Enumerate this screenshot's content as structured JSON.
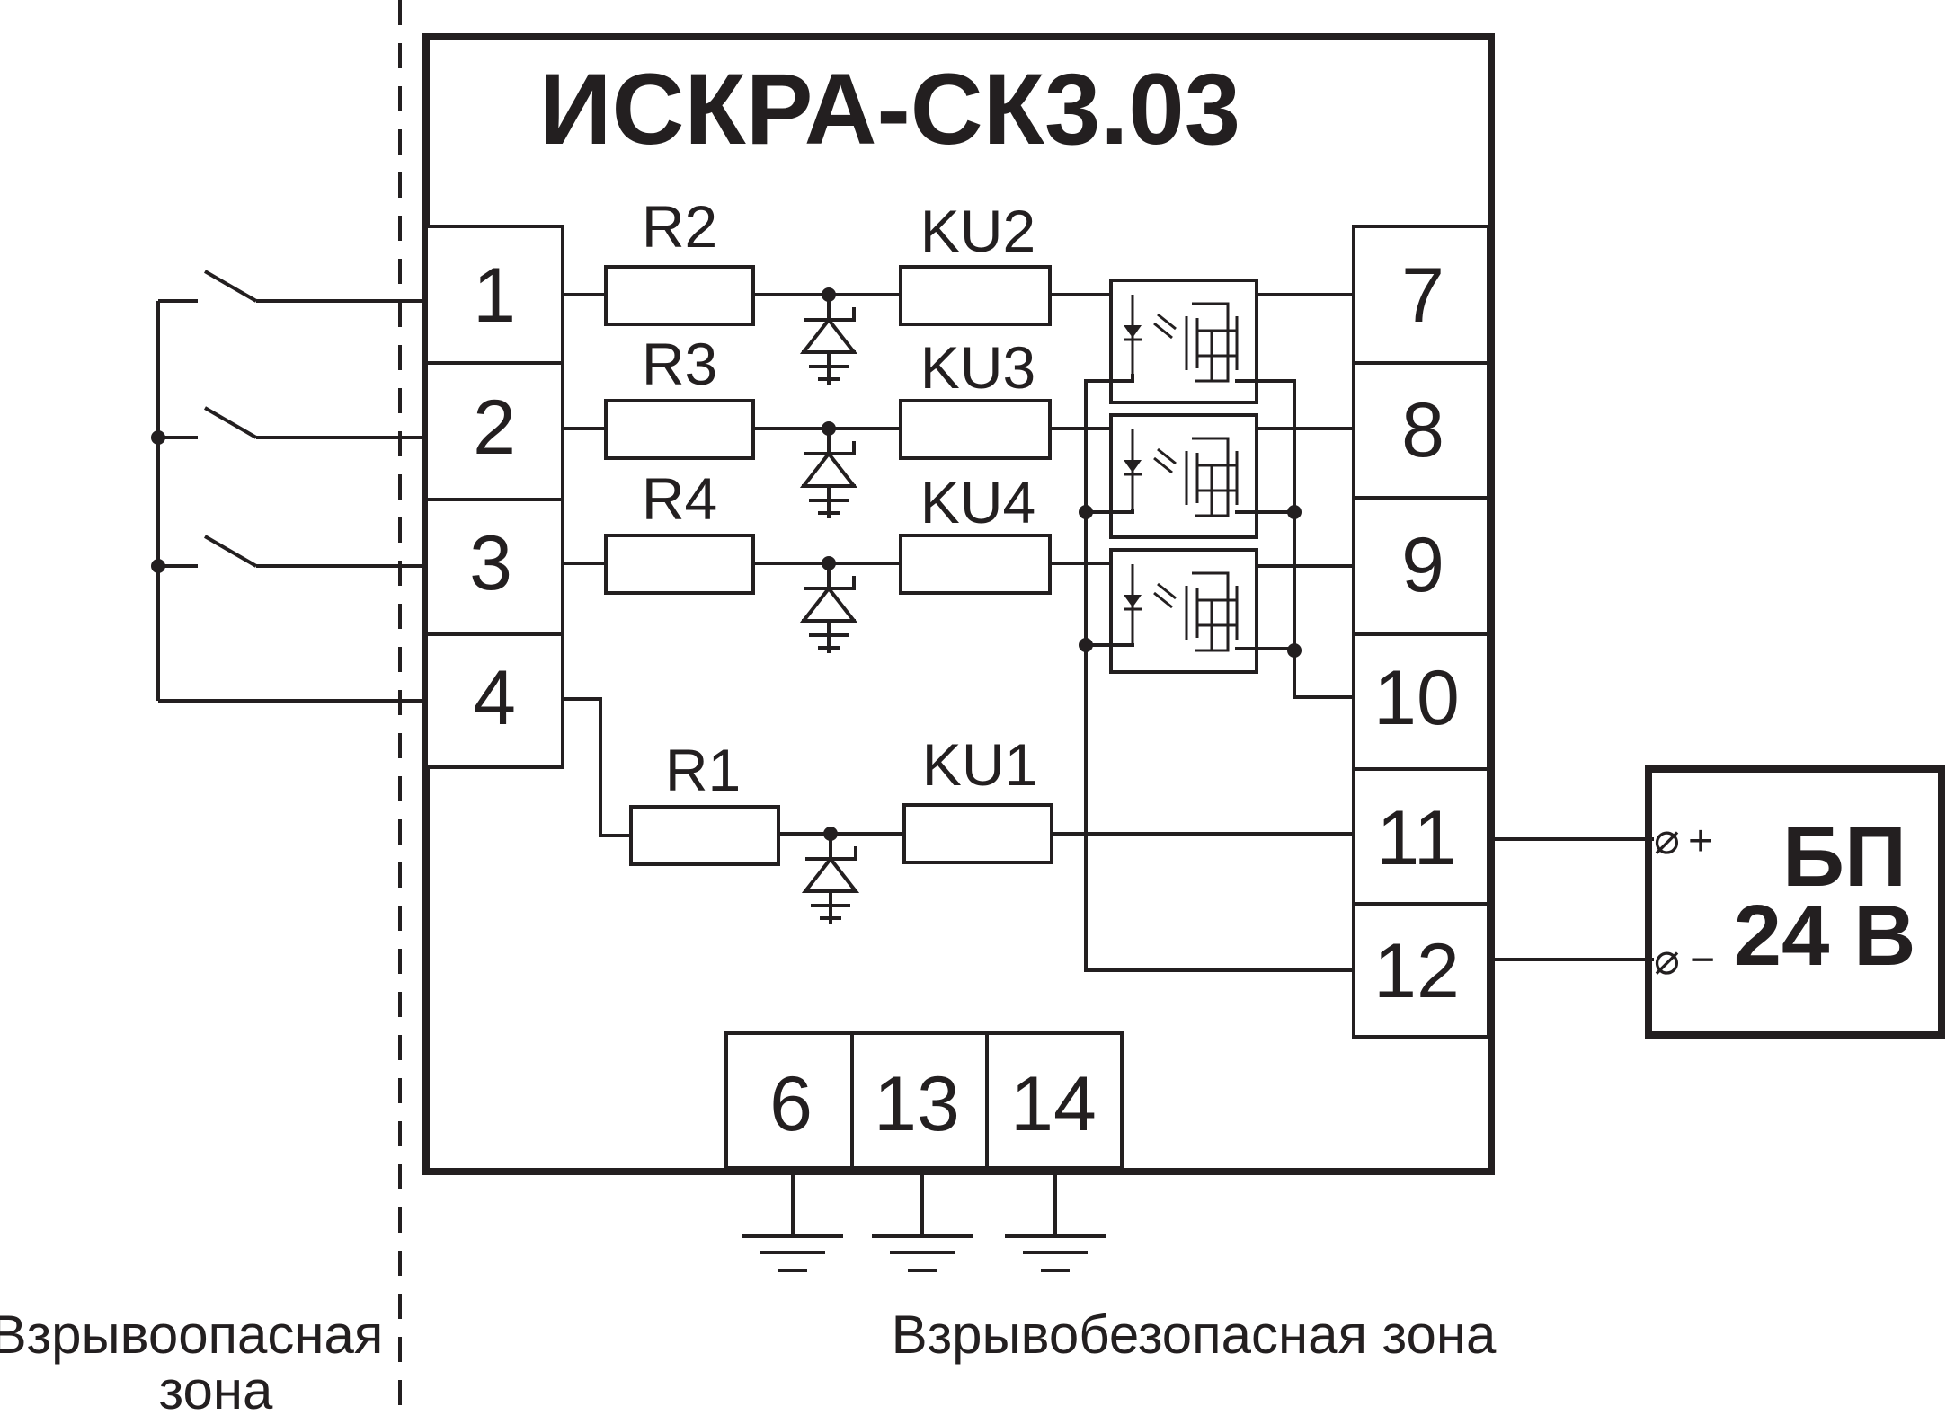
{
  "title": "ИСКРА-СК3.03",
  "left_terminals": [
    "1",
    "2",
    "3",
    "4"
  ],
  "right_terminals": [
    "7",
    "8",
    "9",
    "10",
    "11",
    "12"
  ],
  "bottom_terminals": [
    "6",
    "13",
    "14"
  ],
  "resistors": [
    "R2",
    "R3",
    "R4",
    "R1"
  ],
  "fuses": [
    "KU2",
    "KU3",
    "KU4",
    "KU1"
  ],
  "power_supply": {
    "line1": "БП",
    "line2": "24 В",
    "plus": "+",
    "minus": "−",
    "terminal_symbol": "⌀"
  },
  "zones": {
    "hazardous_line1": "Взрывоопасная",
    "hazardous_line2": "зона",
    "safe": "Взрывобезопасная зона"
  }
}
